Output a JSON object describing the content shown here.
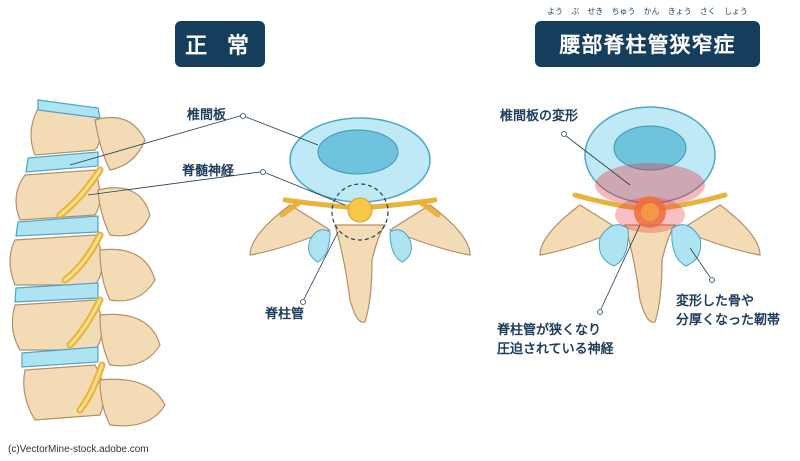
{
  "titles": {
    "normal": "正 常",
    "stenosis": "腰部脊柱管狭窄症",
    "stenosis_ruby": [
      "よう",
      "ぶ",
      "せき",
      "ちゅう",
      "かん",
      "きょう",
      "さく",
      "しょう"
    ]
  },
  "labels": {
    "disc": "椎間板",
    "nerve": "脊髄神経",
    "canal": "脊柱管",
    "disc_deformed": "椎間板の変形",
    "canal_narrow_line1": "脊柱管が狭くなり",
    "canal_narrow_line2": "圧迫されている神経",
    "bone_line1": "変形した骨や",
    "bone_line2": "分厚くなった靭帯"
  },
  "credit": "(c)VectorMine-stock.adobe.com",
  "colors": {
    "badge": "#153e5c",
    "bone": "#f3dcb5",
    "bone_outline": "#c9a57a",
    "disc": "#aee3f2",
    "disc_core": "#6fc3dc",
    "nerve": "#f7c84a",
    "inflammation": "#e8303a"
  }
}
